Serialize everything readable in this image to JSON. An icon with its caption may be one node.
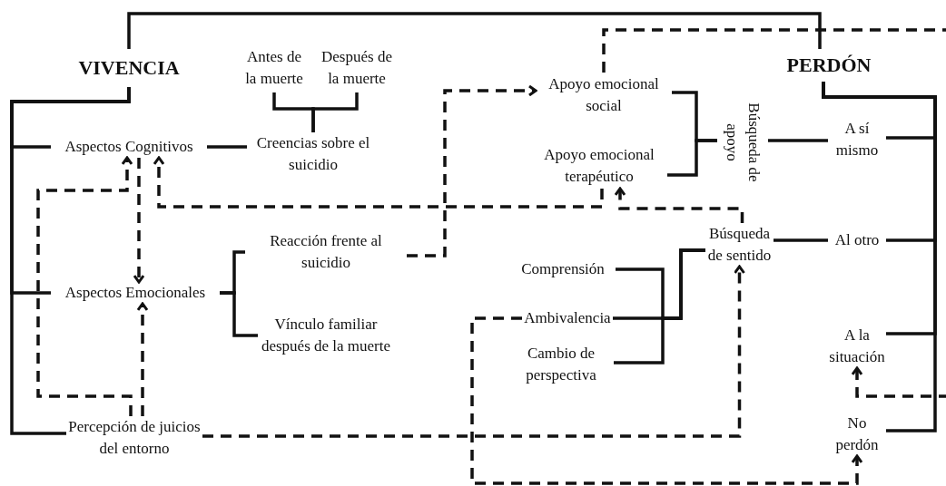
{
  "diagram": {
    "nodes": [
      {
        "text": [
          "VIVENCIA"
        ]
      },
      {
        "text": [
          "PERDÓN"
        ]
      },
      {
        "text": [
          "Antes de la muerte"
        ]
      },
      {
        "text": [
          "Después de la muerte"
        ]
      },
      {
        "text": [
          "Aspectos Cognitivos"
        ]
      },
      {
        "text": [
          "Creencias sobre el suicidio"
        ]
      },
      {
        "text": [
          "Apoyo emocional social"
        ]
      },
      {
        "text": [
          "Apoyo emocional terapéutico"
        ]
      },
      {
        "text": [
          "Búsqueda de apoyo"
        ]
      },
      {
        "text": [
          "A sí mismo"
        ]
      },
      {
        "text": [
          "Reacción frente al suicidio"
        ]
      },
      {
        "text": [
          "Búsqueda de sentido"
        ]
      },
      {
        "text": [
          "Al otro"
        ]
      },
      {
        "text": [
          "Comprensión"
        ]
      },
      {
        "text": [
          "Aspectos Emocionales"
        ]
      },
      {
        "text": [
          "Ambivalencia"
        ]
      },
      {
        "text": [
          "Vínculo familiar después de la muerte"
        ]
      },
      {
        "text": [
          "A la situación"
        ]
      },
      {
        "text": [
          "Cambio de perspectiva"
        ]
      },
      {
        "text": [
          "Percepción de juicios del entorno"
        ]
      },
      {
        "text": [
          "No perdón"
        ]
      }
    ],
    "edges": [
      {
        "from": 0,
        "to": 1,
        "arrow": "none"
      },
      {
        "from": 0,
        "to": 4,
        "arrow": "none"
      },
      {
        "from": 0,
        "to": 14,
        "arrow": "none"
      },
      {
        "from": 0,
        "to": 19,
        "arrow": "none"
      },
      {
        "from": 2,
        "to": 5,
        "arrow": "none"
      },
      {
        "from": 3,
        "to": 5,
        "arrow": "none"
      },
      {
        "from": 4,
        "to": 5,
        "arrow": "none"
      },
      {
        "from": 14,
        "to": 10,
        "arrow": "none"
      },
      {
        "from": 14,
        "to": 16,
        "arrow": "none"
      },
      {
        "from": 6,
        "to": 8,
        "arrow": "none"
      },
      {
        "from": 7,
        "to": 8,
        "arrow": "none"
      },
      {
        "from": 8,
        "to": 9,
        "arrow": "none"
      },
      {
        "from": 11,
        "to": 12,
        "arrow": "none"
      },
      {
        "from": 13,
        "to": 11,
        "arrow": "none"
      },
      {
        "from": 15,
        "to": 11,
        "arrow": "none"
      },
      {
        "from": 18,
        "to": 11,
        "arrow": "none"
      },
      {
        "from": 1,
        "to": 9,
        "arrow": "none"
      },
      {
        "from": 1,
        "to": 12,
        "arrow": "none"
      },
      {
        "from": 1,
        "to": 17,
        "arrow": "none"
      },
      {
        "from": 1,
        "to": 20,
        "arrow": "none"
      },
      {
        "from": 10,
        "to": 6,
        "arrow": "to",
        "style": "dashed"
      },
      {
        "from": 7,
        "to": 4,
        "arrow": "to",
        "style": "dashed"
      },
      {
        "from": 11,
        "to": 7,
        "arrow": "to",
        "style": "dashed"
      },
      {
        "from": 4,
        "to": 14,
        "arrow": "to",
        "style": "dashed"
      },
      {
        "from": 19,
        "to": 4,
        "arrow": "to",
        "style": "dashed"
      },
      {
        "from": 19,
        "to": 14,
        "arrow": "to",
        "style": "dashed"
      },
      {
        "from": 19,
        "to": 11,
        "arrow": "to",
        "style": "dashed"
      },
      {
        "from": 15,
        "to": 20,
        "arrow": "to",
        "style": "dashed"
      },
      {
        "from": 6,
        "to": 17,
        "arrow": "to",
        "style": "dashed"
      }
    ]
  }
}
